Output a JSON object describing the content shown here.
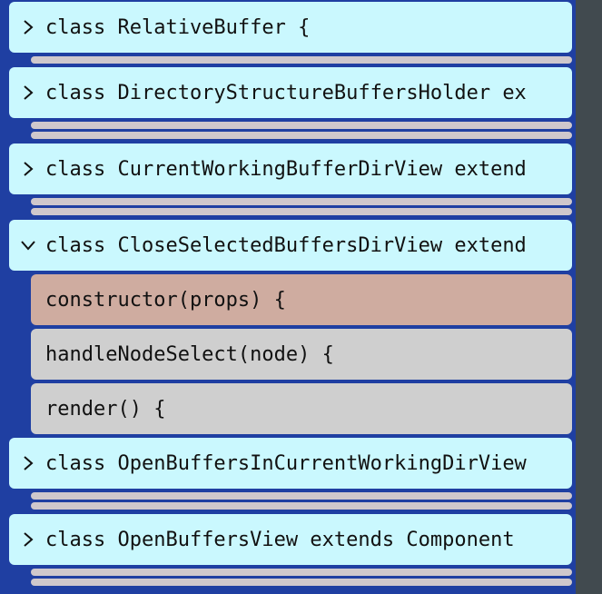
{
  "tree": {
    "items": [
      {
        "label": "class RelativeBuffer {",
        "expanded": false
      },
      {
        "label": "class DirectoryStructureBuffersHolder ex",
        "expanded": false
      },
      {
        "label": "class CurrentWorkingBufferDirView extend",
        "expanded": false
      },
      {
        "label": "class CloseSelectedBuffersDirView extend",
        "expanded": true,
        "children": [
          {
            "label": "constructor(props) {",
            "selected": true
          },
          {
            "label": "handleNodeSelect(node) {",
            "selected": false
          },
          {
            "label": "render() {",
            "selected": false
          }
        ]
      },
      {
        "label": "class OpenBuffersInCurrentWorkingDirView",
        "expanded": false
      },
      {
        "label": "class OpenBuffersView extends Component",
        "expanded": false
      }
    ]
  },
  "colors": {
    "panel_bg": "#1f3fa2",
    "row_bg": "#caf8fe",
    "child_bg": "#cfcfcf",
    "child_selected_bg": "#cfaca0"
  }
}
